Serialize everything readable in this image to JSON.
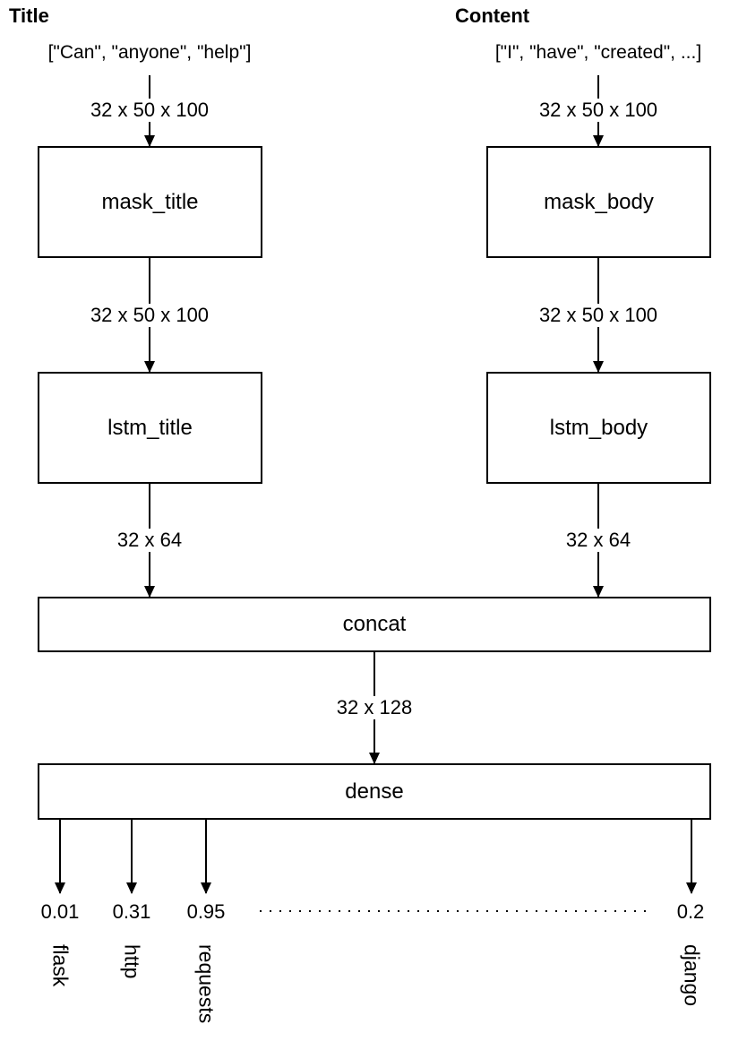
{
  "colors": {
    "stroke": "#000000",
    "text": "#000000",
    "background": "#ffffff"
  },
  "columns": [
    {
      "header": "Title",
      "input": "[\"Can\", \"anyone\", \"help\"]",
      "nodes": [
        "mask_title",
        "lstm_title"
      ],
      "dims": [
        "32 x 50 x 100",
        "32 x 50 x 100",
        "32 x 64"
      ]
    },
    {
      "header": "Content",
      "input": "[\"I\", \"have\", \"created\", ...]",
      "nodes": [
        "mask_body",
        "lstm_body"
      ],
      "dims": [
        "32 x 50 x 100",
        "32 x 50 x 100",
        "32 x 64"
      ]
    }
  ],
  "merge": {
    "concat_label": "concat",
    "concat_out_dim": "32 x 128",
    "dense_label": "dense"
  },
  "outputs": [
    {
      "value": "0.01",
      "label": "flask"
    },
    {
      "value": "0.31",
      "label": "http"
    },
    {
      "value": "0.95",
      "label": "requests"
    },
    {
      "value": "0.2",
      "label": "django"
    }
  ],
  "ellipsis": "..."
}
